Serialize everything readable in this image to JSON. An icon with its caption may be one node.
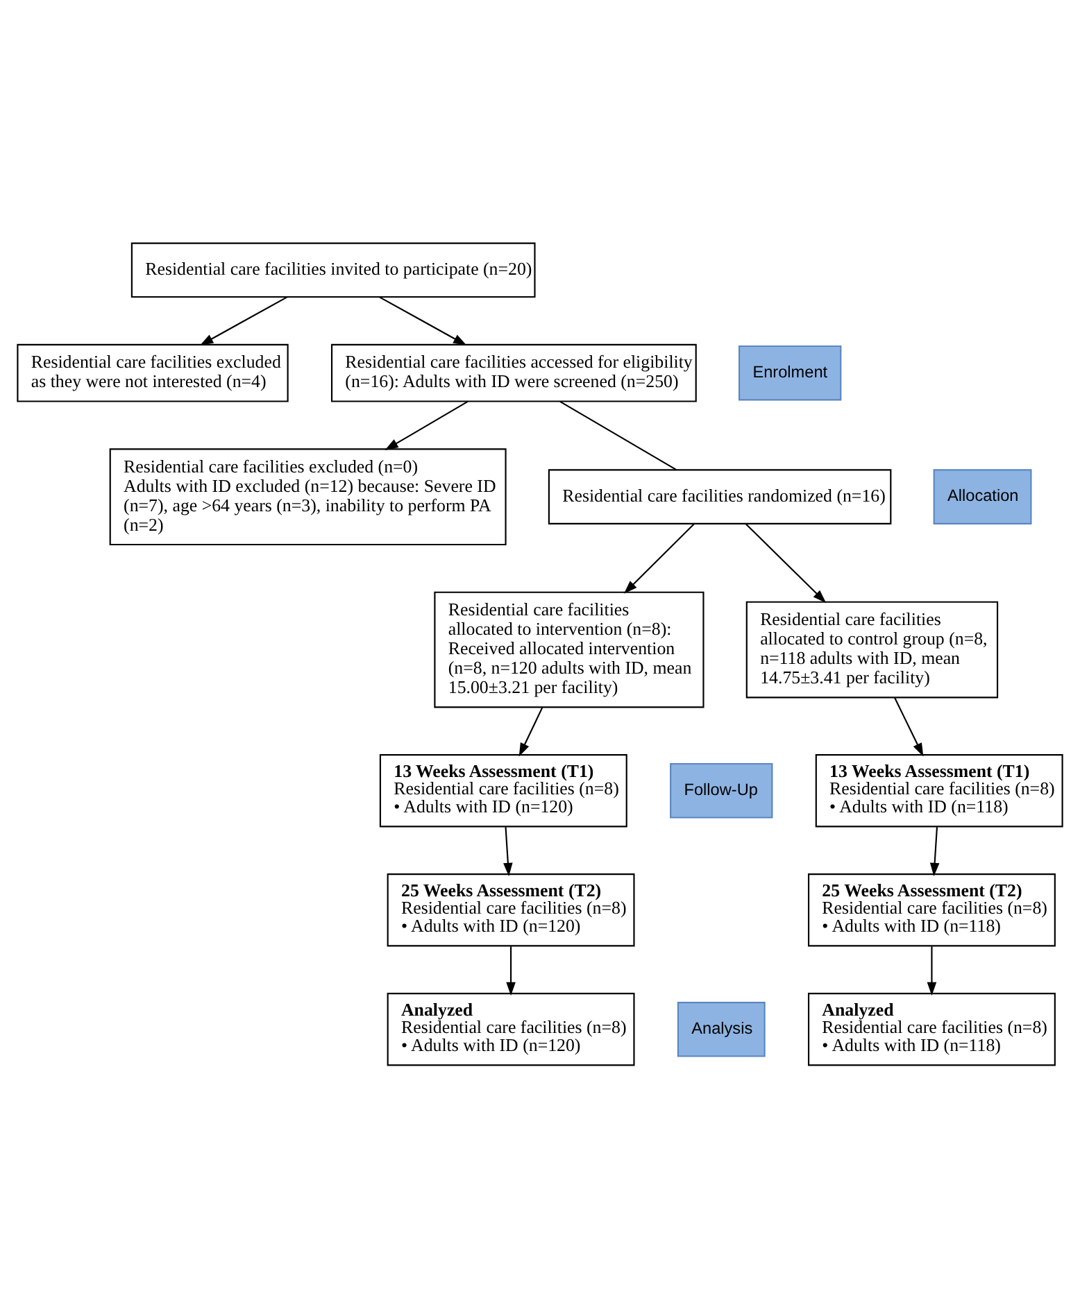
{
  "diagram": {
    "nodes": [
      {
        "text": [
          "Residential care facilities invited to participate (n=20)"
        ]
      },
      {
        "text": [
          "Residential care facilities excluded as they were not interested (n=4)"
        ]
      },
      {
        "text": [
          "Enrolment"
        ]
      },
      {
        "text": [
          "Residential care facilities accessed for eligibility (n=16): Adults with ID were screened (n=250)"
        ]
      },
      {
        "text": [
          "Residential care facilities excluded (n=0)",
          "Adults with ID excluded (n=12) because: Severe ID (n=7), age >64 years (n=3), inability to perform PA (n=2)"
        ]
      },
      {
        "text": [
          "Residential care facilities randomized (n=16)"
        ]
      },
      {
        "text": [
          "Allocation"
        ]
      },
      {
        "text": [
          "Residential care facilities allocated to intervention (n=8):",
          "Received allocated intervention (n=8, n=120 adults with ID, mean 15.00±3.21 per facility)"
        ]
      },
      {
        "text": [
          "Residential care facilities allocated to control group (n=8, n=118 adults with ID, mean 14.75±3.41 per facility)"
        ]
      },
      {
        "text": [
          "Follow-Up"
        ]
      },
      {
        "text": [
          "13 Weeks Assessment (T1)",
          "Residential care facilities (n=8)",
          "• Adults with ID (n=120)"
        ]
      },
      {
        "text": [
          "13 Weeks Assessment (T1)",
          "Residential care facilities (n=8)",
          "• Adults with ID (n=118)"
        ]
      },
      {
        "text": [
          "25 Weeks Assessment (T2)",
          "Residential care facilities (n=8)",
          "• Adults with ID (n=120)"
        ]
      },
      {
        "text": [
          "25 Weeks Assessment (T2)",
          "Residential care facilities (n=8)",
          "• Adults with ID (n=118)"
        ]
      },
      {
        "text": [
          "Analysis"
        ]
      },
      {
        "text": [
          "Analyzed",
          "Residential care facilities (n=8)",
          "• Adults with ID (n=120)"
        ]
      },
      {
        "text": [
          "Analyzed",
          "Residential care facilities (n=8)",
          "• Adults with ID (n=118)"
        ]
      }
    ],
    "edges": [
      {
        "from": 0,
        "to": 3,
        "arrow": "to"
      },
      {
        "from": 0,
        "to": 1,
        "arrow": "to"
      },
      {
        "from": 3,
        "to": 5,
        "arrow": "none"
      },
      {
        "from": 3,
        "to": 4,
        "arrow": "to"
      },
      {
        "from": 5,
        "to": 7,
        "arrow": "to"
      },
      {
        "from": 5,
        "to": 8,
        "arrow": "to"
      },
      {
        "from": 7,
        "to": 10,
        "arrow": "to"
      },
      {
        "from": 8,
        "to": 11,
        "arrow": "to"
      },
      {
        "from": 10,
        "to": 12,
        "arrow": "to"
      },
      {
        "from": 11,
        "to": 13,
        "arrow": "to"
      },
      {
        "from": 12,
        "to": 15,
        "arrow": "to"
      },
      {
        "from": 13,
        "to": 16,
        "arrow": "to"
      }
    ]
  }
}
